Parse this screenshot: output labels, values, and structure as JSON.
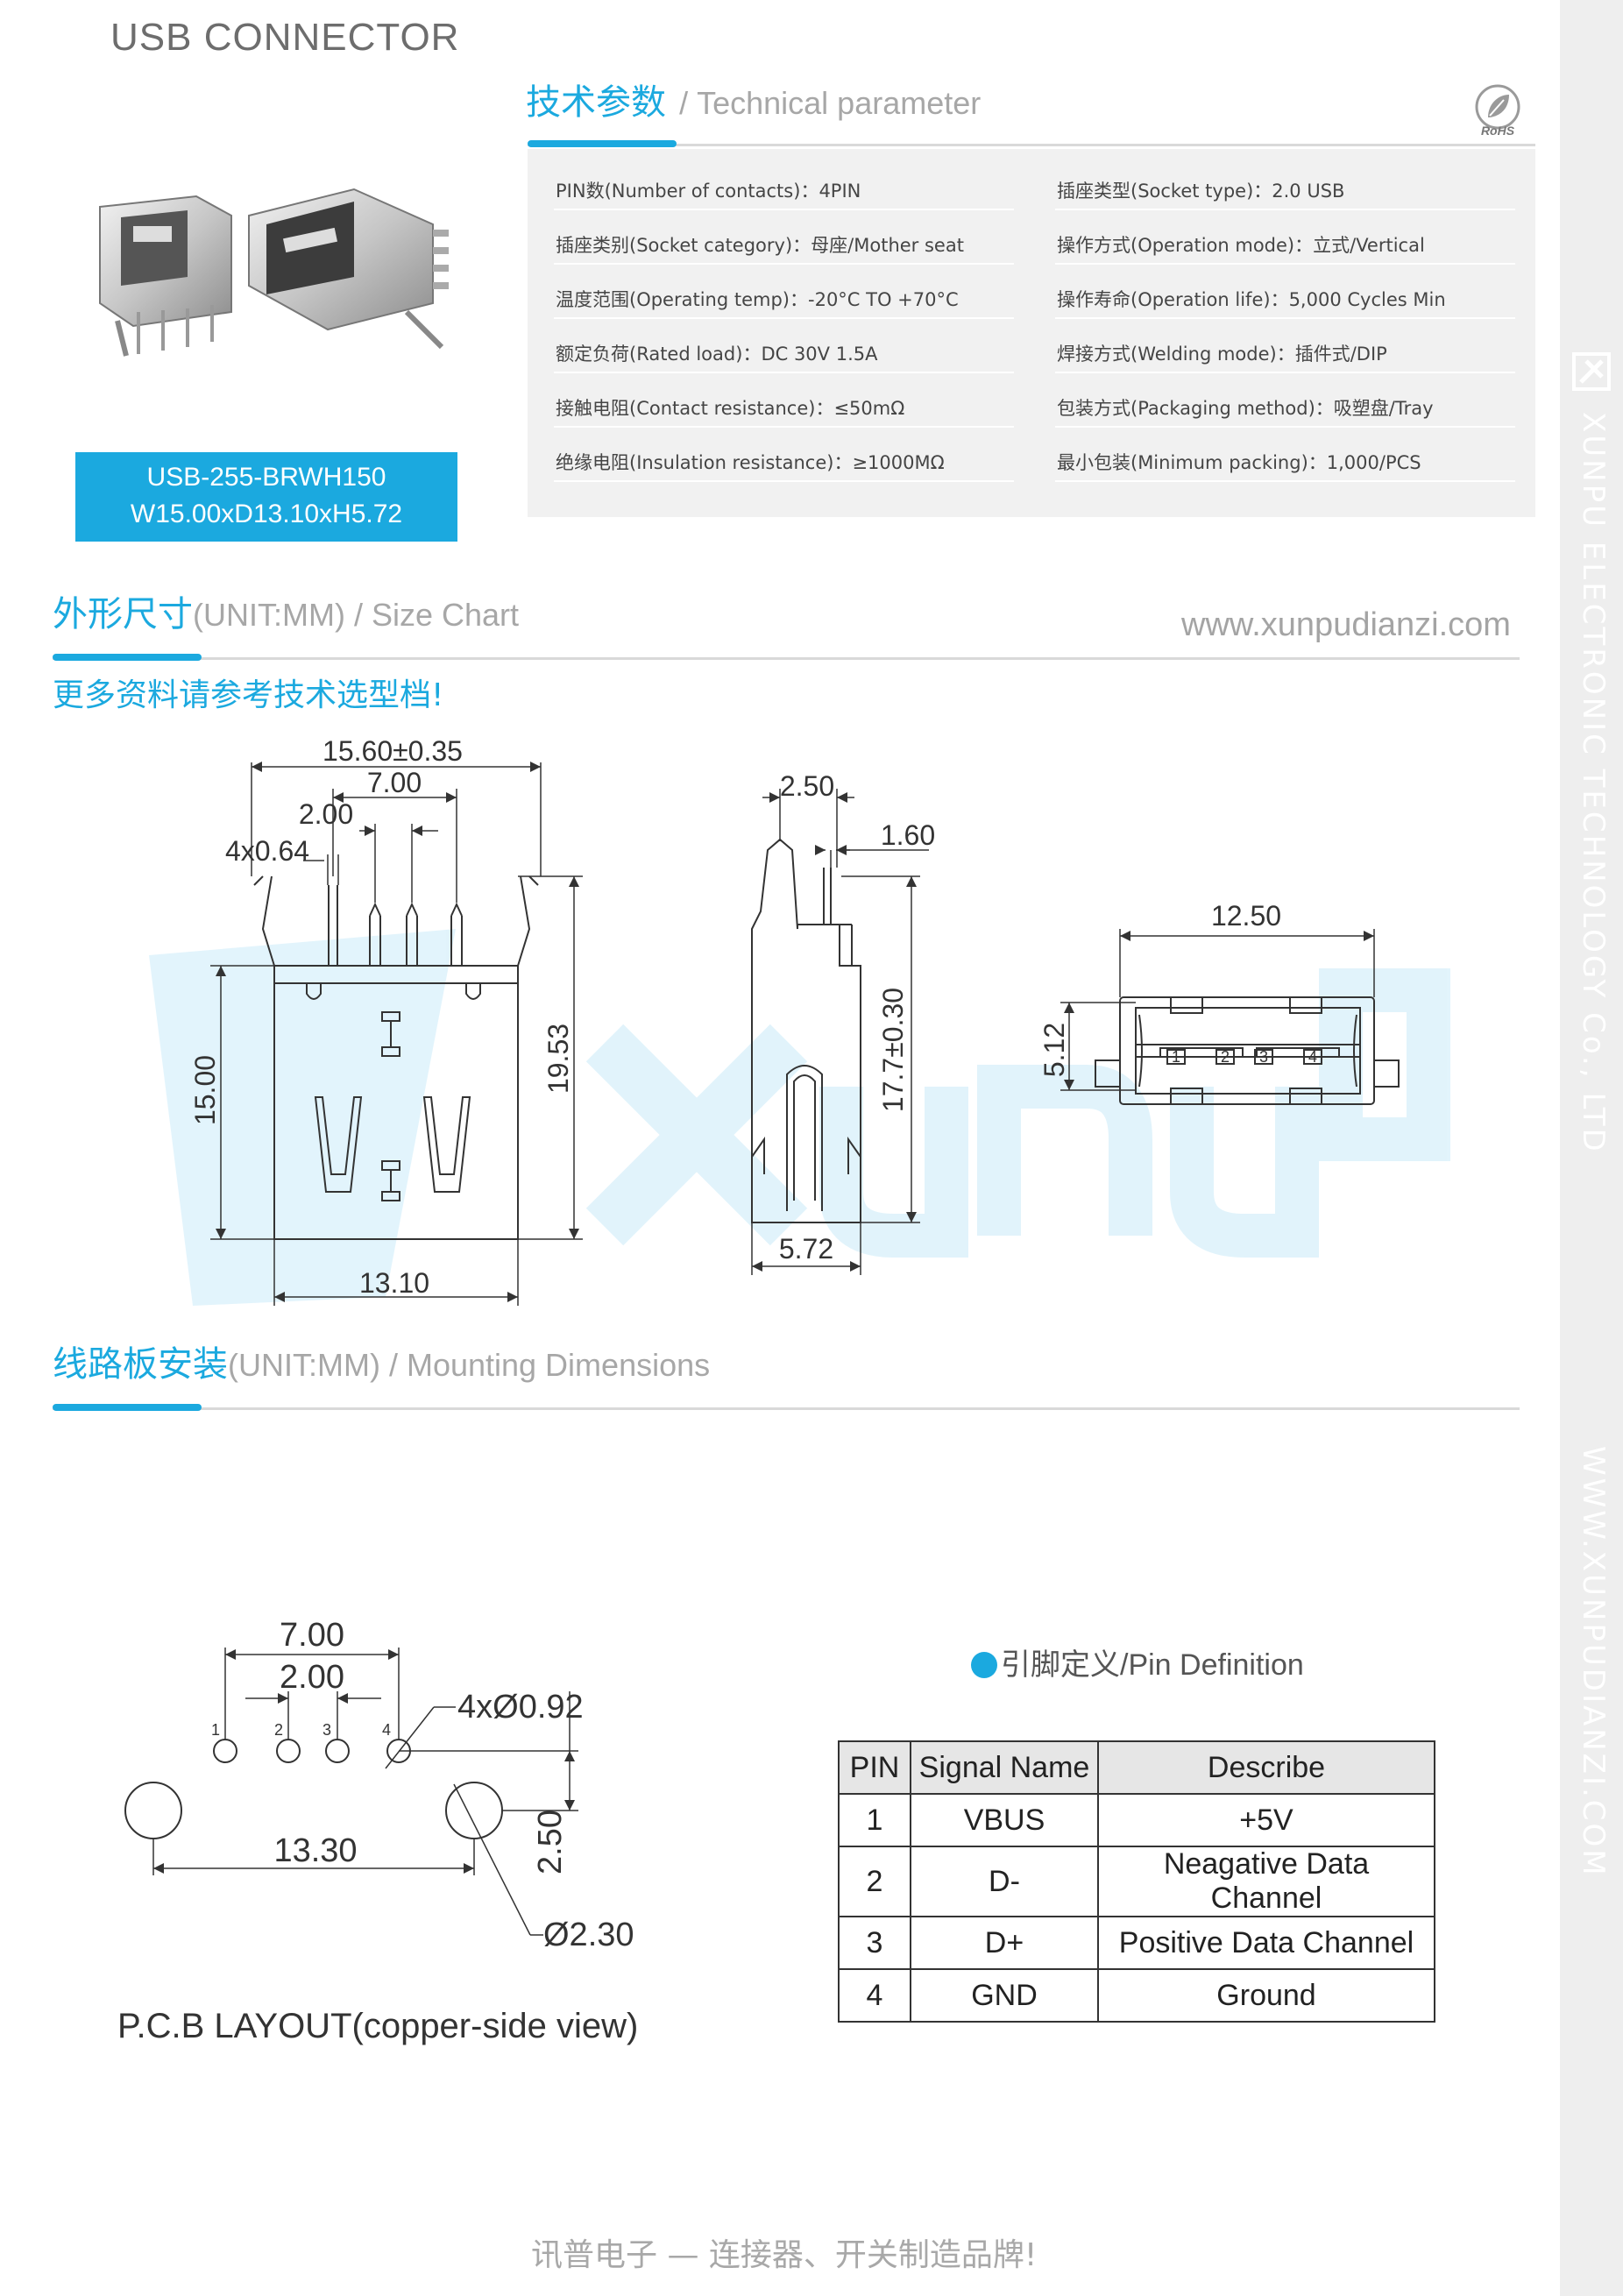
{
  "doc_title": "USB CONNECTOR",
  "tech_header": {
    "cn": "技术参数",
    "en": "/ Technical parameter"
  },
  "rohs_label": "RoHS",
  "params": {
    "left": [
      {
        "label": "PIN数(Number of contacts)",
        "sep": "：",
        "value": "4PIN"
      },
      {
        "label": "插座类别(Socket category)",
        "sep": "：",
        "value": "母座/Mother seat"
      },
      {
        "label": "温度范围(Operating temp)",
        "sep": "：",
        "value": "-20°C TO +70°C"
      },
      {
        "label": "额定负荷(Rated load)",
        "sep": "：",
        "value": "DC 30V 1.5A"
      },
      {
        "label": "接触电阻(Contact resistance)",
        "sep": "：",
        "value": "≤50mΩ"
      },
      {
        "label": "绝缘电阻(Insulation resistance)",
        "sep": "：",
        "value": "≥1000MΩ"
      }
    ],
    "right": [
      {
        "label": "插座类型(Socket type)",
        "sep": "：",
        "value": "2.0 USB"
      },
      {
        "label": "操作方式(Operation mode)",
        "sep": "：",
        "value": "立式/Vertical"
      },
      {
        "label": "操作寿命(Operation life)",
        "sep": "：",
        "value": "5,000 Cycles Min"
      },
      {
        "label": "焊接方式(Welding mode)",
        "sep": "：",
        "value": "插件式/DIP"
      },
      {
        "label": "包装方式(Packaging method)",
        "sep": "：",
        "value": "吸塑盘/Tray"
      },
      {
        "label": "最小包装(Minimum packing)",
        "sep": "：",
        "value": "1,000/PCS"
      }
    ]
  },
  "model": {
    "part_number": "USB-255-BRWH150",
    "dimensions": "W15.00xD13.10xH5.72"
  },
  "size_header": {
    "cn": "外形尺寸",
    "en": "(UNIT:MM) / Size Chart"
  },
  "website": "www.xunpudianzi.com",
  "more_info": "更多资料请参考技术选型档!",
  "size_dims": {
    "front": {
      "width_top": "15.60±0.35",
      "span": "7.00",
      "pitch": "2.00",
      "pin_w": "4x0.64",
      "height_left": "15.00",
      "height_right": "19.53",
      "width_bottom": "13.10"
    },
    "side": {
      "top": "2.50",
      "tail": "1.60",
      "height": "17.7±0.30",
      "depth": "5.72"
    },
    "top": {
      "width": "12.50",
      "height": "5.12",
      "pins": [
        "1",
        "2",
        "3",
        "4"
      ]
    }
  },
  "mount_header": {
    "cn": "线路板安装",
    "en": "(UNIT:MM) / Mounting Dimensions"
  },
  "pcb": {
    "span": "7.00",
    "pitch": "2.00",
    "hole_small": "4xØ0.92",
    "hole_large": "Ø2.30",
    "mount_span": "13.30",
    "offset": "2.50",
    "pins": [
      "1",
      "2",
      "3",
      "4"
    ]
  },
  "pin_definition_title": "引脚定义/Pin Definition",
  "pin_table": {
    "headers": [
      "PIN",
      "Signal Name",
      "Describe"
    ],
    "rows": [
      [
        "1",
        "VBUS",
        "+5V"
      ],
      [
        "2",
        "D-",
        "Neagative Data Channel"
      ],
      [
        "3",
        "D+",
        "Positive Data Channel"
      ],
      [
        "4",
        "GND",
        "Ground"
      ]
    ]
  },
  "pcb_caption": "P.C.B LAYOUT(copper-side view)",
  "footer_slogan": "讯普电子 — 连接器、开关制造品牌!",
  "side_company": "XUNPU ELECTRONIC TECHNOLOGY Co., LTD",
  "side_url": "WWW.XUNPUDIANZI.COM",
  "colors": {
    "accent": "#1ba9df",
    "panel": "#f1f1f1",
    "strip": "#eeeeee"
  }
}
